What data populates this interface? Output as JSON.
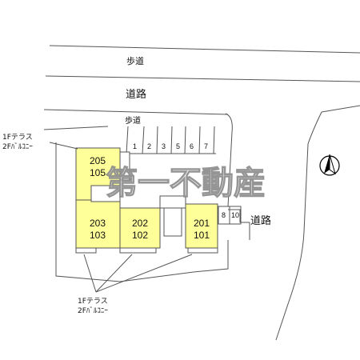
{
  "labels": {
    "sidewalk_top": "歩道",
    "road_top": "道路",
    "sidewalk_mid": "歩道",
    "road_right": "道路",
    "terrace_top_line1": "1Fテラス",
    "terrace_top_line2": "2Fﾊﾞﾙｺﾆｰ",
    "terrace_bottom_line1": "1Fテラス",
    "terrace_bottom_line2": "2Fﾊﾞﾙｺﾆｰ"
  },
  "parking": [
    "1",
    "2",
    "3",
    "5",
    "6",
    "7"
  ],
  "parking_right": [
    "8",
    "10"
  ],
  "units": [
    {
      "upper": "205",
      "lower": "105"
    },
    {
      "upper": "203",
      "lower": "103"
    },
    {
      "upper": "202",
      "lower": "102"
    },
    {
      "upper": "201",
      "lower": "101"
    }
  ],
  "watermark": "第一不動産",
  "colors": {
    "unit_fill": "#ffff99",
    "line": "#555555",
    "compass": "#000000"
  },
  "icons": {
    "compass": "north-arrow-icon"
  }
}
